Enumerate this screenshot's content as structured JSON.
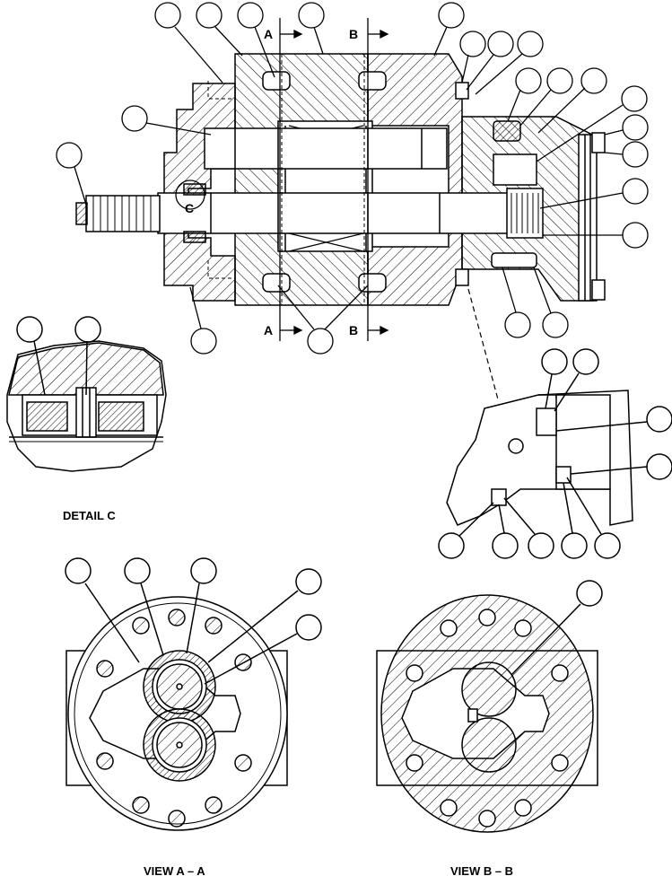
{
  "section_marks": {
    "a": "A",
    "b": "B"
  },
  "detail_mark": "C",
  "captions": {
    "detail_c": "DETAIL C",
    "view_a": "VIEW A – A",
    "view_b": "VIEW B – B"
  },
  "colors": {
    "line": "#000000",
    "background": "#ffffff"
  }
}
